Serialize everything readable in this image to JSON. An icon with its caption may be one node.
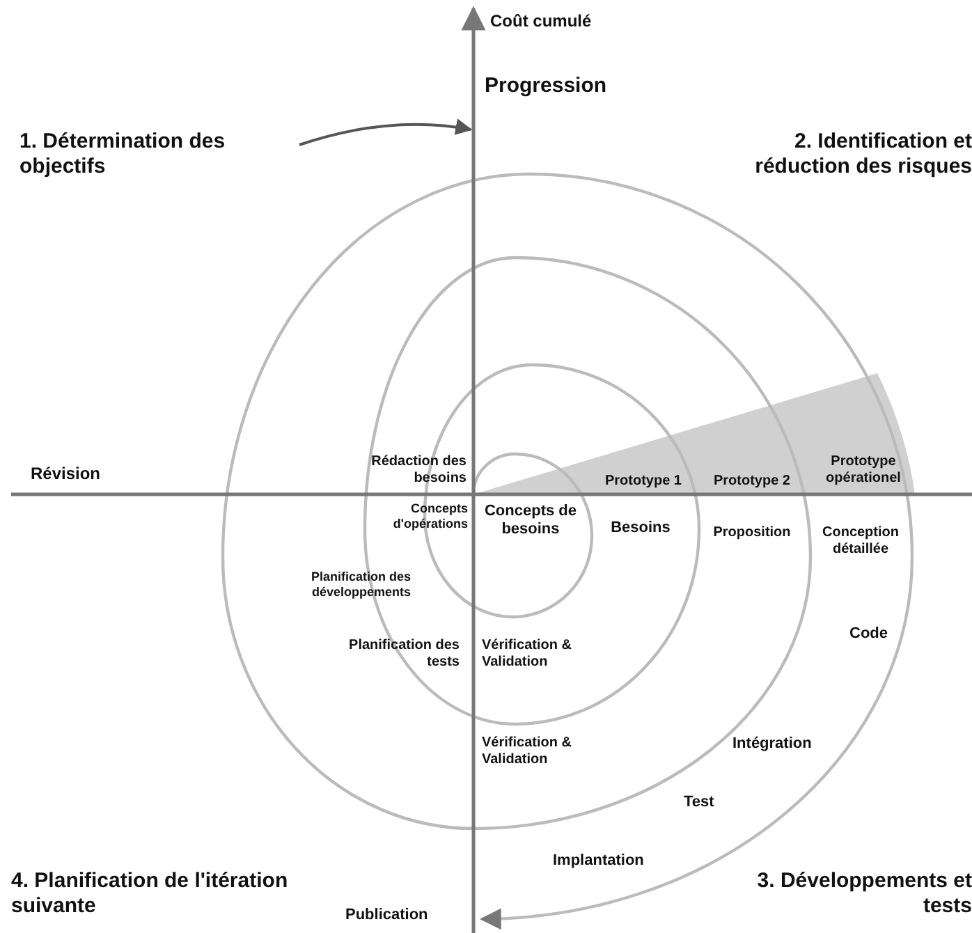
{
  "diagram": {
    "labels": [
      "Coût cumulé",
      "Progression",
      "1. Détermination des objectifs",
      "2. Identification et réduction des risques",
      "Révision",
      "Rédaction des besoins",
      "Prototype 1",
      "Prototype 2",
      "Prototype opérationel",
      "Concepts d'opérations",
      "Concepts de besoins",
      "Besoins",
      "Proposition",
      "Conception détaillée",
      "Planification des développements",
      "Code",
      "Planification des tests",
      "Vérification & Validation",
      "Vérification & Validation",
      "Intégration",
      "Test",
      "Implantation",
      "4. Planification de l'itération suivante",
      "3. Développements et tests",
      "Publication"
    ]
  }
}
